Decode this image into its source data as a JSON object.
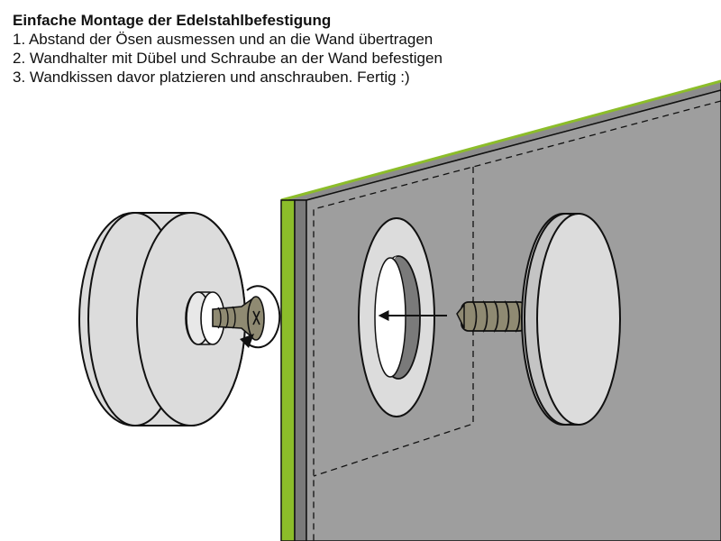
{
  "diagram": {
    "title": "Einfache Montage der Edelstahlbefestigung",
    "steps": [
      "1. Abstand der Ösen ausmessen und an die Wand übertragen",
      "2. Wandhalter mit Dübel und Schraube an der Wand befestigen",
      "3. Wandkissen davor platzieren und anschrauben. Fertig :)"
    ]
  },
  "colors": {
    "panel_face": "#9e9e9e",
    "panel_top": "#8c8c8c",
    "panel_edge_green": "#8cbd2a",
    "cap_face": "#dcdcdc",
    "cap_side": "#c4c4c4",
    "screw_body": "#8f8a72",
    "outline": "#111111"
  },
  "icons": {
    "rotation_arrow": "rotate-arrow-icon",
    "insert_arrow": "insert-arrow-icon"
  }
}
